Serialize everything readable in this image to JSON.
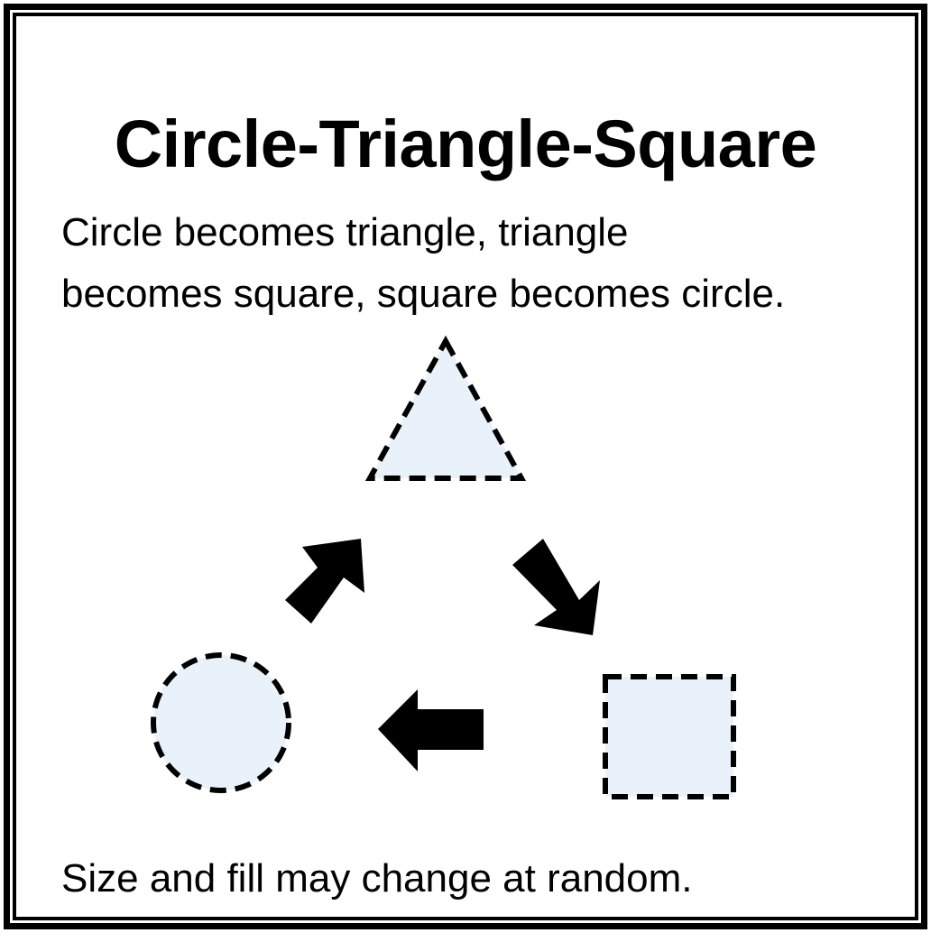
{
  "title": "Circle-Triangle-Square",
  "description": {
    "line1": "Circle becomes triangle, triangle",
    "line2": "becomes square, square becomes circle."
  },
  "footnote": "Size and fill may change at random.",
  "colors": {
    "shape_fill": "#e9f1fa",
    "stroke": "#000000",
    "arrow": "#000000",
    "background": "#ffffff"
  },
  "shapes": [
    "circle",
    "triangle",
    "square"
  ],
  "transitions": [
    {
      "from": "circle",
      "to": "triangle"
    },
    {
      "from": "triangle",
      "to": "square"
    },
    {
      "from": "square",
      "to": "circle"
    }
  ]
}
